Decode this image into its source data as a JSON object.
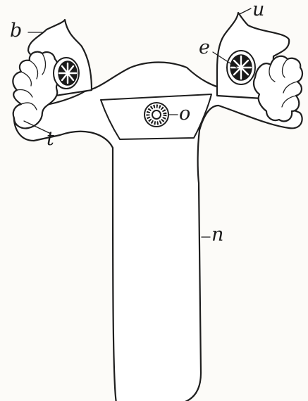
{
  "figure": {
    "labels": {
      "b": "b",
      "u": "u",
      "e": "e",
      "o": "o",
      "t": "t",
      "n": "n"
    }
  }
}
